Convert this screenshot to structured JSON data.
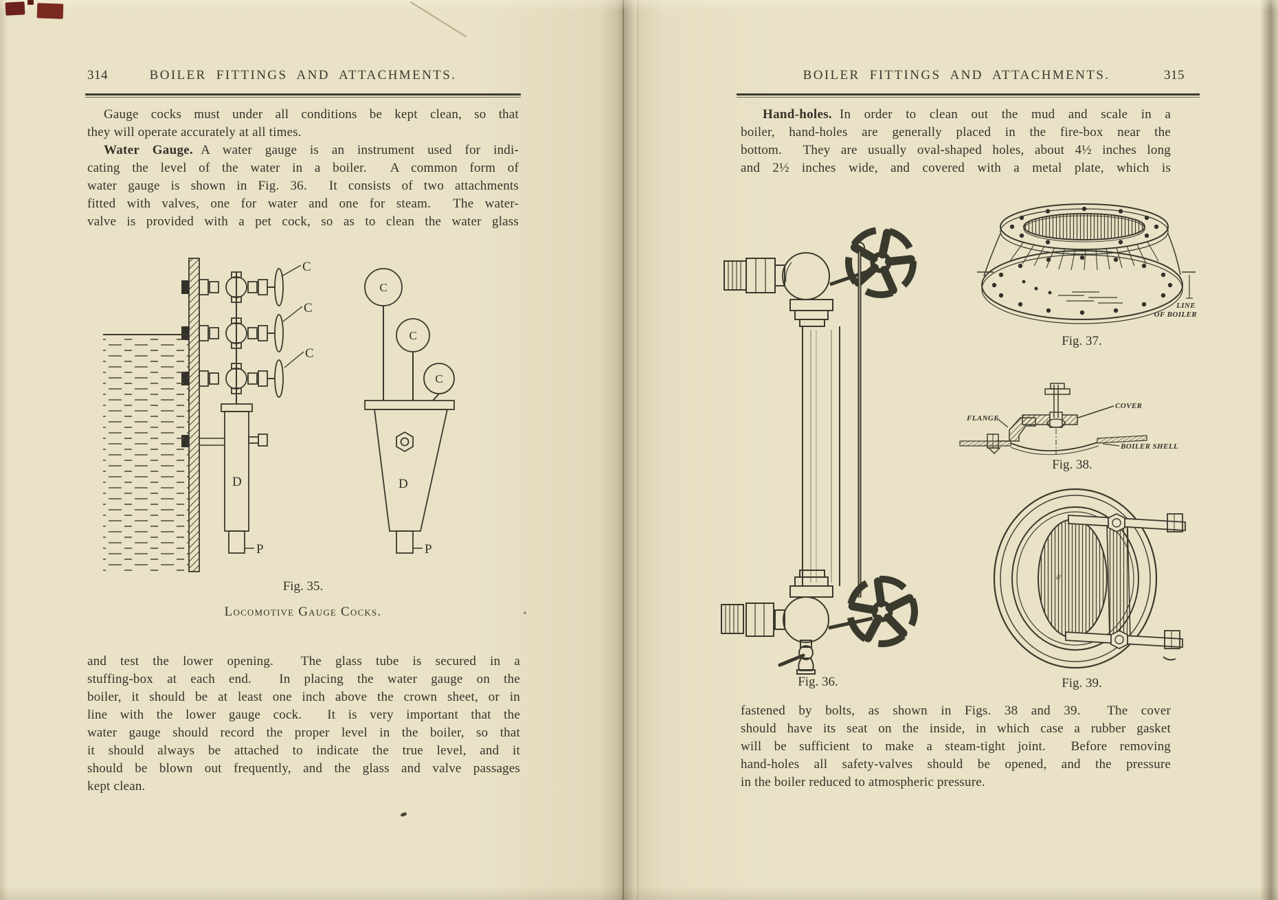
{
  "left_page": {
    "page_number": "314",
    "running_head": "BOILER FITTINGS AND ATTACHMENTS.",
    "para1": [
      "Gauge cocks must under all conditions be kept clean, so that",
      "they will operate accurately at all times."
    ],
    "para2_lead": "Water Gauge.",
    "para2": [
      "A water gauge is an instrument used for indi-",
      "cating the level of the water in a boiler.  A common form of",
      "water gauge is shown in Fig. 36.  It consists of two attachments",
      "fitted with valves, one for water and one for steam.  The water-",
      "valve is provided with a pet cock, so as to clean the water glass"
    ],
    "fig35_caption": "Fig. 35.",
    "fig35_subcaption": "Locomotive Gauge Cocks.",
    "para3": [
      "and test the lower opening.  The glass tube is secured in a",
      "stuffing-box at each end.  In placing the water gauge on the",
      "boiler, it should be at least one inch above the crown sheet, or in",
      "line with the lower gauge cock.  It is very important that the",
      "water gauge should record the proper level in the boiler, so that",
      "it should always be attached to indicate the true level, and it",
      "should be blown out frequently, and the glass and valve passages",
      "kept clean."
    ]
  },
  "right_page": {
    "page_number": "315",
    "running_head": "BOILER FITTINGS AND ATTACHMENTS.",
    "para1_lead": "Hand-holes.",
    "para1": [
      "In order to clean out the mud and scale in a",
      "boiler, hand-holes are generally placed in the fire-box near the",
      "bottom.  They are usually oval-shaped holes, about 4½ inches long",
      "and 2½ inches wide, and covered with a metal plate, which is"
    ],
    "fig36_caption": "Fig. 36.",
    "fig37_caption": "Fig. 37.",
    "fig38_caption": "Fig. 38.",
    "fig39_caption": "Fig. 39.",
    "para2": [
      "fastened by bolts, as shown in Figs. 38 and 39.  The cover",
      "should have its seat on the inside, in which case a rubber gasket",
      "will be sufficient to make a steam-tight joint.  Before removing",
      "hand-holes all safety-valves should be opened, and the pressure",
      "in the boiler reduced to atmospheric pressure."
    ]
  },
  "figure_labels": {
    "cock": "C",
    "drain": "D",
    "pipe": "P",
    "flange": "FLANGE",
    "cover": "COVER",
    "boiler_shell": "BOILER SHELL",
    "line_of_boiler_1": "LINE",
    "line_of_boiler_2": "OF BOILER"
  }
}
